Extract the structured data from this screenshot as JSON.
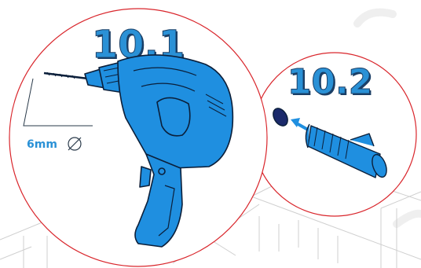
{
  "steps": [
    {
      "label": "10.1",
      "illustration": "drill-icon"
    },
    {
      "label": "10.2",
      "illustration": "wall-plug-icon"
    }
  ],
  "measurement": {
    "label": "6mm",
    "symbol_icon": "diameter-symbol-icon"
  },
  "colors": {
    "circle_outline": "#d9262c",
    "label_fill": "#2a91d6",
    "label_shadow": "#1b3f66",
    "tool_blue": "#1f8fe0",
    "tool_dark": "#0b1f3a",
    "measure_text": "#2a91d6",
    "wall_line": "#c9c9c9",
    "watermark": "#efefef"
  }
}
